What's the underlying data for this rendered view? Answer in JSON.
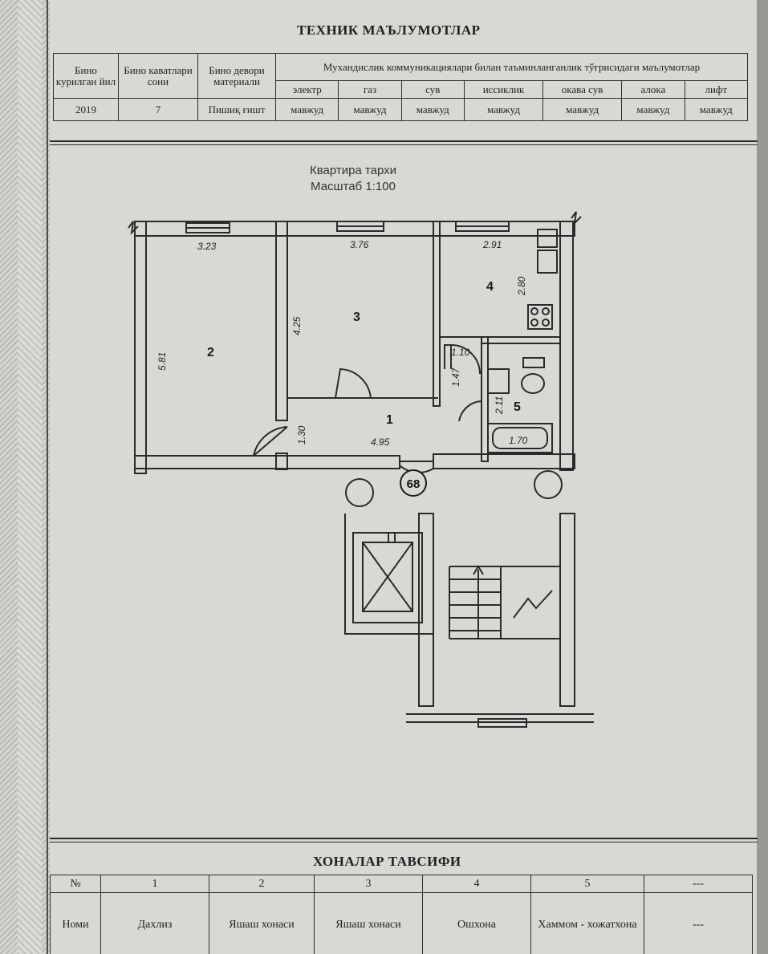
{
  "technical_title": "ТЕХНИК МАЪЛУМОТЛАР",
  "tech_table": {
    "col_year": "Бино курилган йил",
    "col_floors": "Бино каватлари сони",
    "col_material": "Бино девори материали",
    "col_engineering": "Мухандислик коммуникациялари билан таъминланганлик тўғрисидаги маълумотлар",
    "utilities": [
      "электр",
      "газ",
      "сув",
      "иссиклик",
      "окава сув",
      "алока",
      "лифт"
    ],
    "year": "2019",
    "floors": "7",
    "material": "Пишиқ ғишт",
    "utility_values": [
      "мавжуд",
      "мавжуд",
      "мавжуд",
      "мавжуд",
      "мавжуд",
      "мавжуд",
      "мавжуд"
    ]
  },
  "plan": {
    "title": "Квартира тархи",
    "scale": "Масштаб 1:100",
    "apartment_number": "68",
    "room_numbers": [
      "1",
      "2",
      "3",
      "4",
      "5"
    ],
    "dimensions": {
      "d_3_23": "3.23",
      "d_3_76": "3.76",
      "d_2_91": "2.91",
      "d_2_80": "2.80",
      "d_5_81": "5.81",
      "d_4_25": "4.25",
      "d_1_10": "1.10",
      "d_1_47": "1.47",
      "d_2_11": "2.11",
      "d_1_30": "1.30",
      "d_4_95": "4.95",
      "d_1_70": "1.70"
    }
  },
  "rooms_title": "ХОНАЛАР ТАВСИФИ",
  "rooms_table": {
    "col_no": "№",
    "row_name_label": "Номи",
    "numbers": [
      "1",
      "2",
      "3",
      "4",
      "5",
      "---"
    ],
    "names": [
      "Дахлиз",
      "Яшаш хонаси",
      "Яшаш хонаси",
      "Ошхона",
      "Хаммом - хожатхона",
      "---"
    ]
  }
}
